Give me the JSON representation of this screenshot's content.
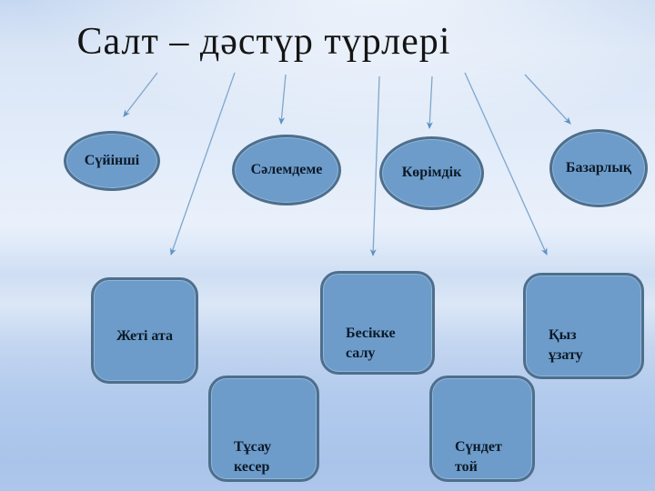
{
  "slide": {
    "title": "Салт – дәстүр түрлері"
  },
  "nodes": {
    "suyinshi": {
      "label": "Сүйінші",
      "shape": "ellipse"
    },
    "salemdeme": {
      "label": "Сәлемдеме",
      "shape": "ellipse"
    },
    "korimdik": {
      "label": "Көрімдік",
      "shape": "ellipse"
    },
    "bazarlyk": {
      "label": "Базарлық",
      "shape": "ellipse"
    },
    "zheti_ata": {
      "label": "Жеті ата",
      "shape": "rounded-rect"
    },
    "besikke_salu": {
      "label": "Бесікке\nсалу",
      "shape": "rounded-rect"
    },
    "kyz_uzatu": {
      "label": "Қыз\nұзату",
      "shape": "rounded-rect"
    },
    "tusau_keser": {
      "label": "Тұсау\nкесер",
      "shape": "rounded-rect"
    },
    "sundet_toi": {
      "label": "Сүндет\nтой",
      "shape": "rounded-rect"
    }
  },
  "colors": {
    "bg_top": "#c6d8f1",
    "bg_bottom": "#a9c3ea",
    "node_fill": "#6d9cca",
    "node_border": "#4e6f8c",
    "node_text": "#0c1a28",
    "arrow": "#7fa6cb",
    "arrowhead": "#5d92c6",
    "title_text": "#141414"
  }
}
